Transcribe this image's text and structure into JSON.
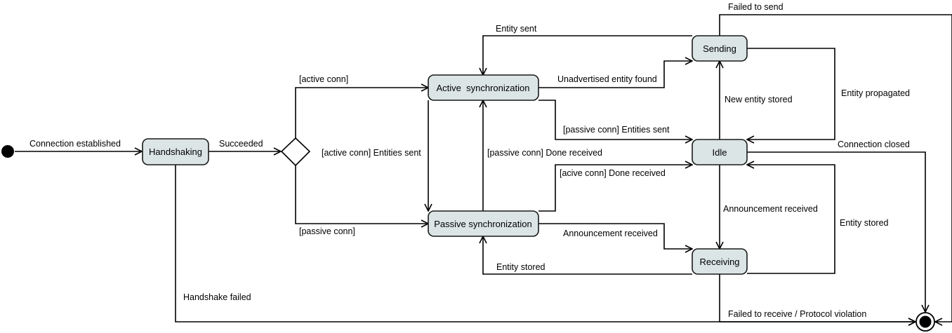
{
  "states": {
    "handshaking": "Handshaking",
    "active_sync": "Active  synchronization",
    "passive_sync": "Passive synchronization",
    "sending": "Sending",
    "idle": "Idle",
    "receiving": "Receiving"
  },
  "transitions": {
    "connection_established": "Connection established",
    "succeeded": "Succeeded",
    "handshake_failed": "Handshake failed",
    "active_conn": "[active conn]",
    "passive_conn": "[passive conn]",
    "active_conn_entities_sent": "[active conn] Entities sent",
    "passive_conn_done_received": "[passive conn] Done received",
    "entity_sent": "Entity sent",
    "unadvertised_entity_found": "Unadvertised entity found",
    "passive_conn_entities_sent": "[passive conn] Entities sent",
    "acive_conn_done_received": "[acive conn] Done received",
    "announcement_received_passive": "Announcement received",
    "entity_stored_passive": "Entity stored",
    "failed_to_send": "Failed to send",
    "new_entity_stored": "New entity stored",
    "entity_propagated": "Entity propagated",
    "connection_closed": "Connection closed",
    "announcement_received_idle": "Announcement received",
    "entity_stored_receiving": "Entity stored",
    "failed_to_receive": "Failed to receive / Protocol violation"
  }
}
